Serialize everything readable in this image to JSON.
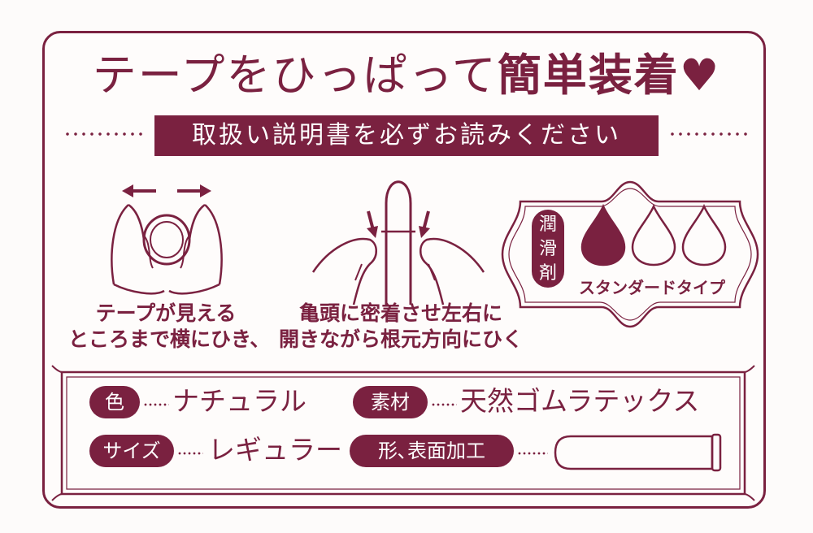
{
  "header": {
    "title_kana": "テープをひっぱって",
    "title_kanji": "簡単装着",
    "heart": "♥",
    "banner": "取扱い説明書を必ずお読みください"
  },
  "steps": [
    {
      "line1": "テープが見える",
      "line2": "ところまで横にひき、"
    },
    {
      "line1": "亀頭に密着させ左右に",
      "line2": "開きながら根元方向にひく"
    }
  ],
  "lubrication": {
    "label_chars": [
      "潤",
      "滑",
      "剤"
    ],
    "level": 1,
    "max": 3,
    "type_label": "スタンダードタイプ"
  },
  "specs": {
    "color_label": "色",
    "color_value": "ナチュラル",
    "material_label": "素材",
    "material_value": "天然ゴムラテックス",
    "size_label": "サイズ",
    "size_value": "レギュラー",
    "shape_label": "形､表面加工"
  },
  "colors": {
    "accent": "#7a2140",
    "background": "#fdfbfa"
  }
}
